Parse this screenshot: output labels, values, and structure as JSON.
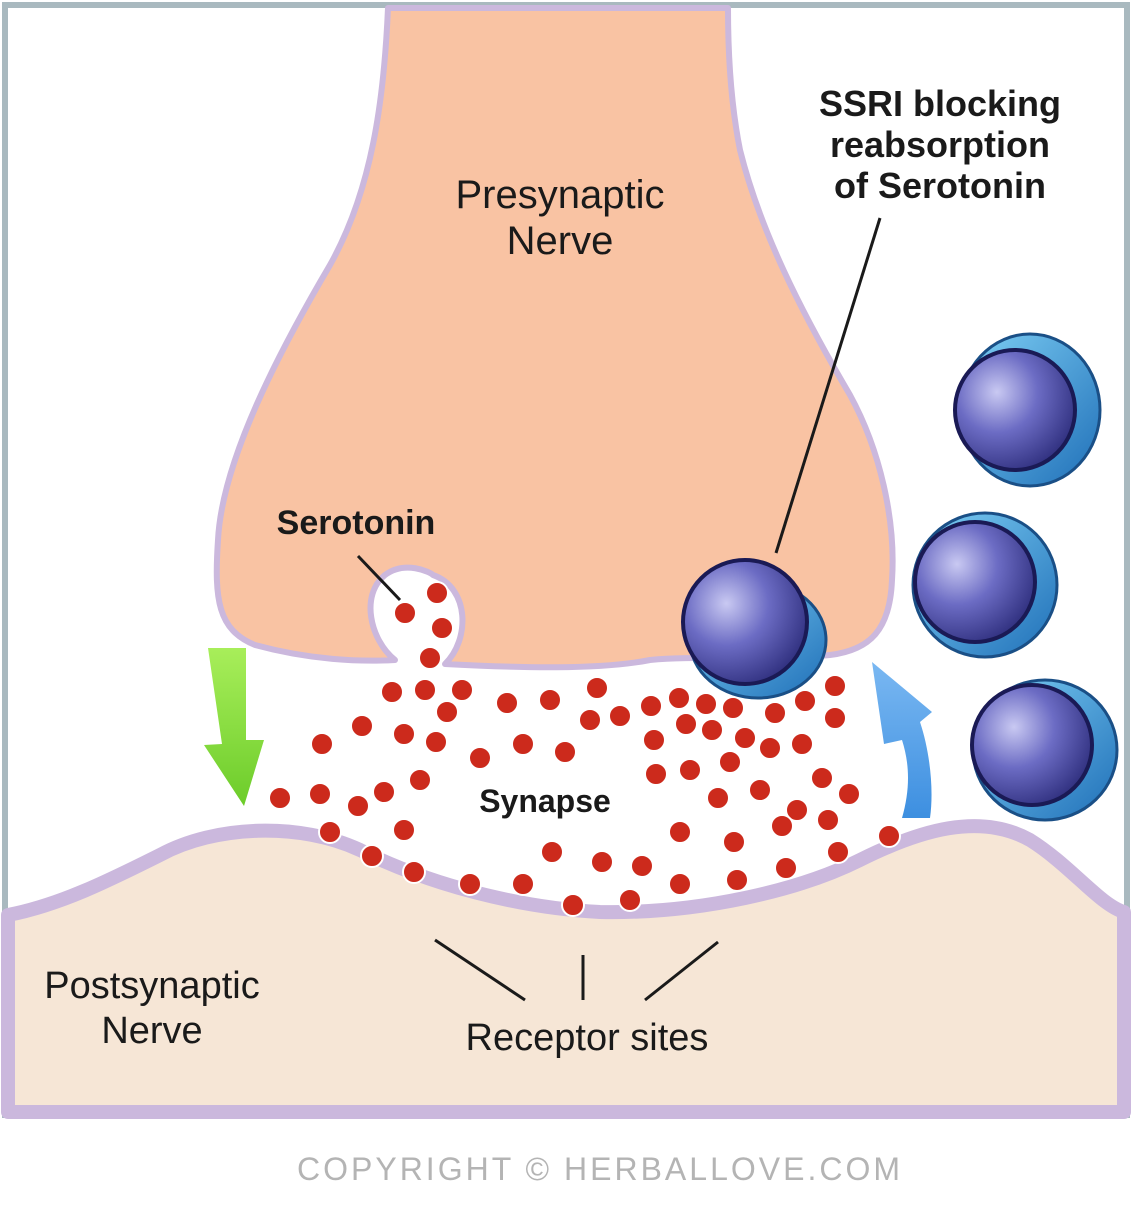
{
  "labels": {
    "presynaptic_line1": "Presynaptic",
    "presynaptic_line2": "Nerve",
    "ssri_line1": "SSRI blocking",
    "ssri_line2": "reabsorption",
    "ssri_line3": "of Serotonin",
    "serotonin": "Serotonin",
    "synapse": "Synapse",
    "postsynaptic_line1": "Postsynaptic",
    "postsynaptic_line2": "Nerve",
    "receptor_sites": "Receptor sites"
  },
  "copyright": "COPYRIGHT © HERBALLOVE.COM",
  "colors": {
    "frame": "#a9b9bf",
    "presynaptic_fill": "#f9c3a3",
    "membrane": "#cbb8dd",
    "postsynaptic_fill": "#f6e6d6",
    "serotonin_dot": "#cc2a1c",
    "ssri_body": "#4a4aa0",
    "ssri_rim": "#2f8fd0",
    "green_arrow": "#8ede3c",
    "blue_arrow": "#4f9ee8",
    "copyright_text": "#b4b4b4"
  },
  "icons": [
    "ssri-molecule-icon",
    "serotonin-dot-icon",
    "release-arrow-icon",
    "reuptake-arrow-icon"
  ]
}
